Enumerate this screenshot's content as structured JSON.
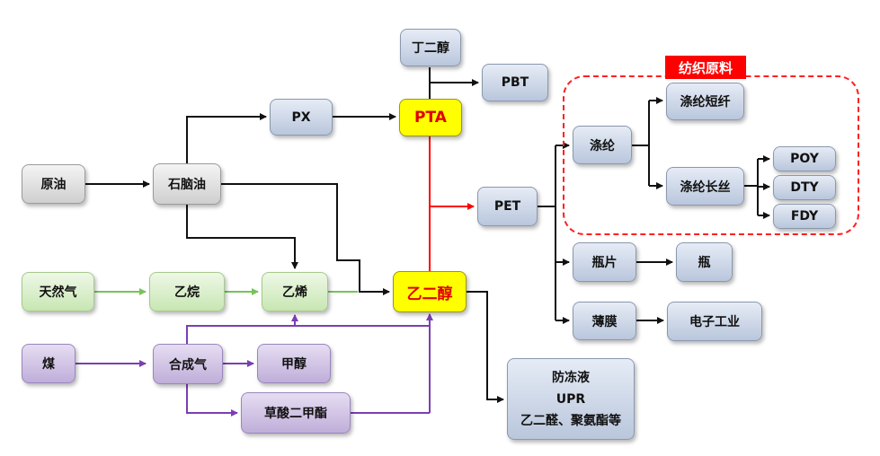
{
  "frame": {
    "title": "纺织原料"
  },
  "nodes": {
    "crude_oil": "原油",
    "naphtha": "石脑油",
    "natural_gas": "天然气",
    "ethane": "乙烷",
    "ethylene": "乙烯",
    "coal": "煤",
    "syngas": "合成气",
    "methanol": "甲醇",
    "dimethyl_oxalate": "草酸二甲酯",
    "px": "PX",
    "pta": "PTA",
    "meg": "乙二醇",
    "butanediol": "丁二醇",
    "pbt": "PBT",
    "pet": "PET",
    "polyester": "涤纶",
    "staple_fiber": "涤纶短纤",
    "filament": "涤纶长丝",
    "poy": "POY",
    "dty": "DTY",
    "fdy": "FDY",
    "bottle_chips": "瓶片",
    "bottle": "瓶",
    "film": "薄膜",
    "electronics": "电子工业",
    "others": [
      "防冻液",
      "UPR",
      "乙二醛、聚氨酯等"
    ]
  },
  "colors": {
    "black_arrow": "#111111",
    "red_arrow": "#ff0000",
    "green_arrow": "#77c35a",
    "purple_arrow": "#7a3fb2",
    "frame_red": "#ff2020"
  }
}
